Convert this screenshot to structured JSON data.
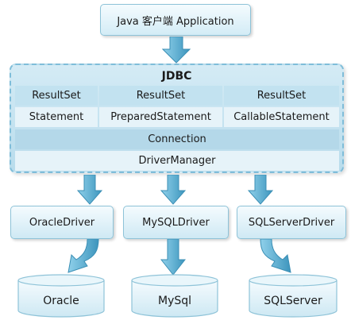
{
  "app": {
    "label": "Java 客户端  Application"
  },
  "jdbc": {
    "title": "JDBC",
    "result_sets": [
      "ResultSet",
      "ResultSet",
      "ResultSet"
    ],
    "statements": [
      "Statement",
      "PreparedStatement",
      "CallableStatement"
    ],
    "connection": "Connection",
    "driver_manager": "DriverManager"
  },
  "drivers": [
    "OracleDriver",
    "MySQLDriver",
    "SQLServerDriver"
  ],
  "databases": [
    "Oracle",
    "MySql",
    "SQLServer"
  ],
  "colors": {
    "box_border": "#8ec3d8",
    "arrow_fill": "#5aaed0",
    "jdbc_fill": "#c2e2f0"
  }
}
